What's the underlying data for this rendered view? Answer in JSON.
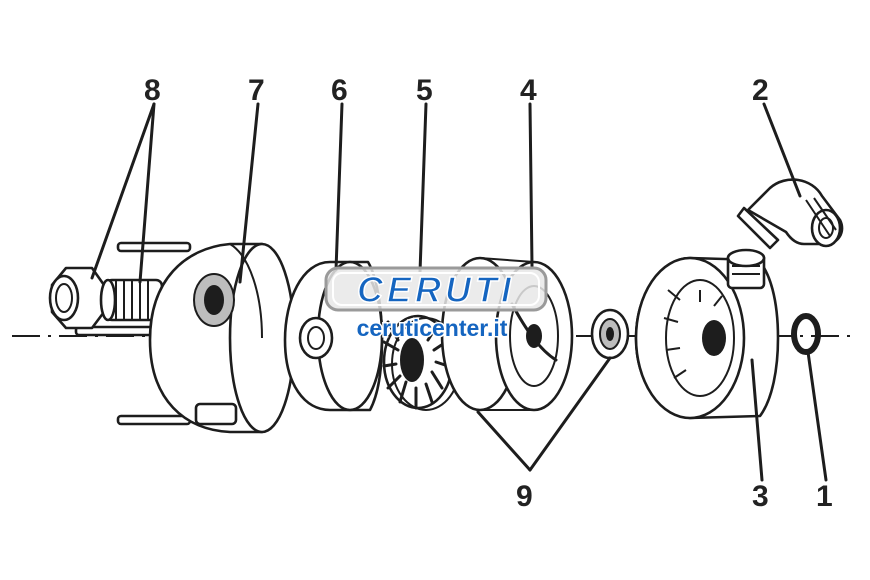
{
  "callouts": [
    {
      "id": "1",
      "label": "1"
    },
    {
      "id": "2",
      "label": "2"
    },
    {
      "id": "3",
      "label": "3"
    },
    {
      "id": "4",
      "label": "4"
    },
    {
      "id": "5",
      "label": "5"
    },
    {
      "id": "6",
      "label": "6"
    },
    {
      "id": "7",
      "label": "7"
    },
    {
      "id": "8",
      "label": "8"
    },
    {
      "id": "9",
      "label": "9"
    }
  ],
  "watermark": {
    "brand": "CERUTI",
    "url": "ceruticenter.it"
  }
}
